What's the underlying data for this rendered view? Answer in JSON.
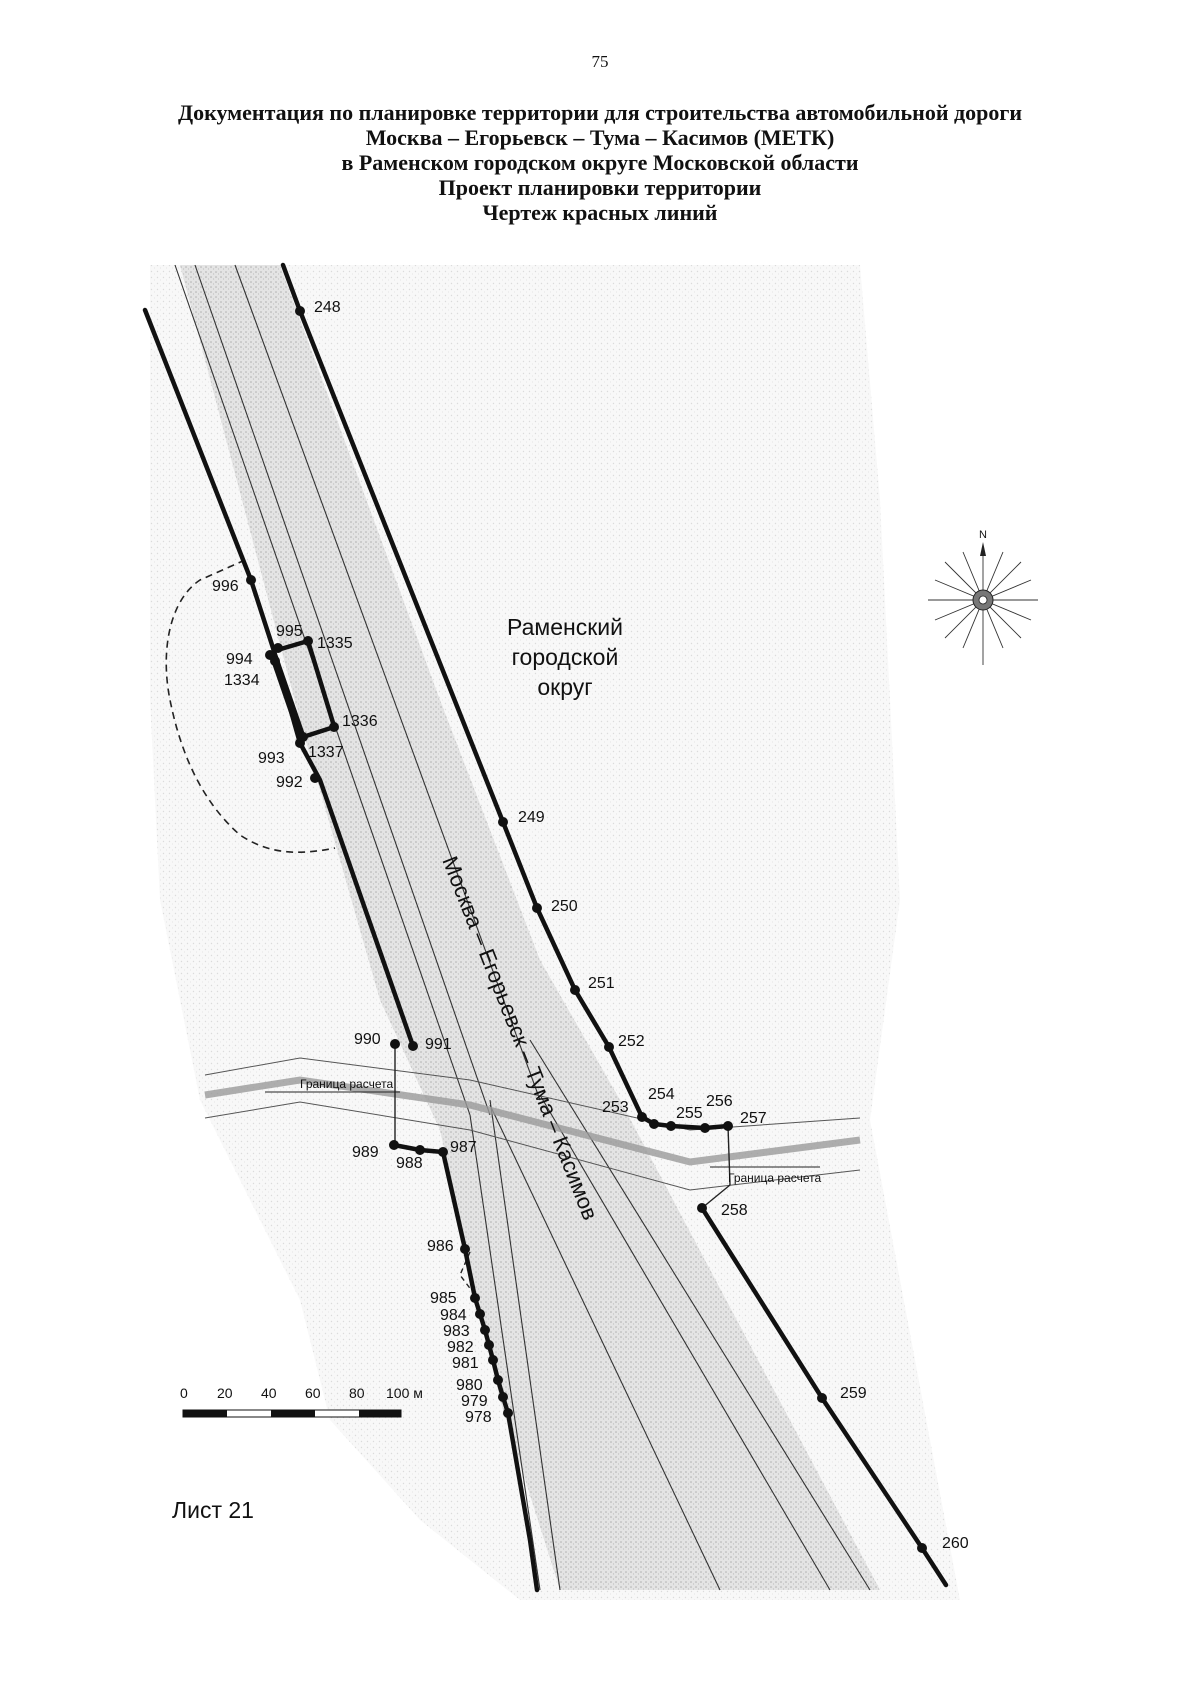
{
  "page_number": "75",
  "title_lines": [
    "Документация по планировке территории для строительства автомобильной дороги",
    "Москва – Егорьевск – Тума – Касимов (МЕТК)",
    "в Раменском городском округе Московской области",
    "Проект планировки территории",
    "Чертеж красных линий"
  ],
  "map": {
    "district_label": [
      "Раменский",
      "городской",
      "округ"
    ],
    "road_label": "Москва – Егорьевск – Тума – Касимов",
    "calc_boundary_label": "Граница расчета",
    "compass_north": "N",
    "sheet_label": "Лист 21",
    "scale_bar": {
      "ticks": [
        "0",
        "20",
        "40",
        "60",
        "80",
        "100 м"
      ]
    },
    "point_labels": {
      "p248": "248",
      "p249": "249",
      "p250": "250",
      "p251": "251",
      "p252": "252",
      "p253": "253",
      "p254": "254",
      "p255": "255",
      "p256": "256",
      "p257": "257",
      "p258": "258",
      "p259": "259",
      "p260": "260",
      "p996": "996",
      "p995": "995",
      "p994": "994",
      "p1334": "1334",
      "p1335": "1335",
      "p1336": "1336",
      "p1337": "1337",
      "p993": "993",
      "p992": "992",
      "p990": "990",
      "p991": "991",
      "p989": "989",
      "p988": "988",
      "p987": "987",
      "p986": "986",
      "p985": "985",
      "p984": "984",
      "p983": "983",
      "p982": "982",
      "p981": "981",
      "p980": "980",
      "p979": "979",
      "p978": "978"
    },
    "colors": {
      "red_line": "#111111",
      "road_fill": "#d9d9d9",
      "calc_boundary": "#9a9a9a",
      "thin_line": "#333333"
    }
  }
}
